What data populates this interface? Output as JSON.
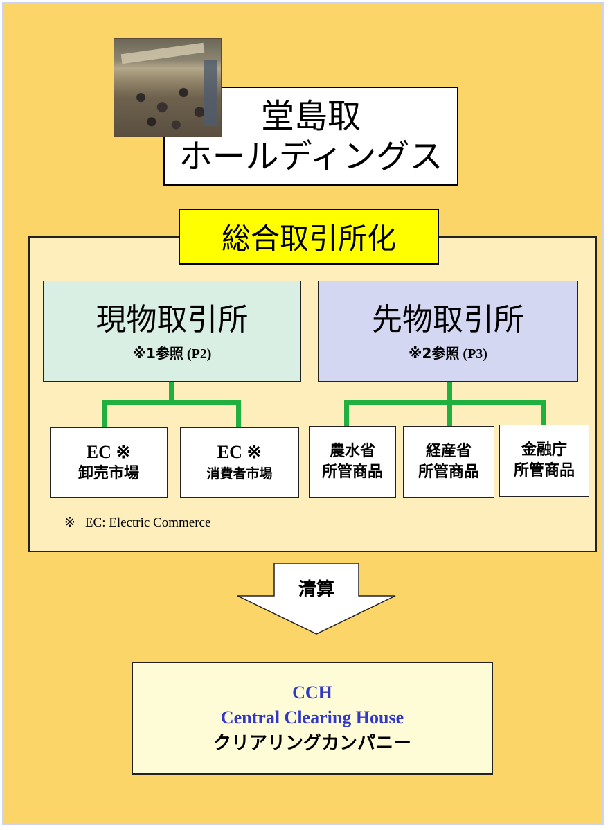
{
  "holding": {
    "line1": "堂島取",
    "line2": "ホールディングス"
  },
  "banner": "総合取引所化",
  "spot": {
    "title": "現物取引所",
    "ref_prefix": "※1参照",
    "ref_page": " (P2)"
  },
  "futures": {
    "title": "先物取引所",
    "ref_prefix": "※2参照",
    "ref_page": " (P3)"
  },
  "spot_children": [
    {
      "line1": "EC ※",
      "line2": "卸売市場"
    },
    {
      "line1": "EC ※",
      "line2": "消費者市場"
    }
  ],
  "futures_children": [
    {
      "line1": "農水省",
      "line2": "所管商品"
    },
    {
      "line1": "経産省",
      "line2": "所管商品"
    },
    {
      "line1": "金融庁",
      "line2": "所管商品"
    }
  ],
  "footnote": {
    "mark": "※",
    "text": "EC: Electric Commerce"
  },
  "arrow_label": "清算",
  "cch": {
    "abbr": "CCH",
    "full": "Central Clearing House",
    "jp": "クリアリングカンパニー"
  },
  "colors": {
    "background": "#fbd567",
    "panel": "#fdeebc",
    "banner": "#ffff00",
    "spot": "#d9efe3",
    "futures": "#d4d7f1",
    "connector": "#1fb040",
    "cch_box": "#fefcd6",
    "cch_text": "#3337c8"
  }
}
